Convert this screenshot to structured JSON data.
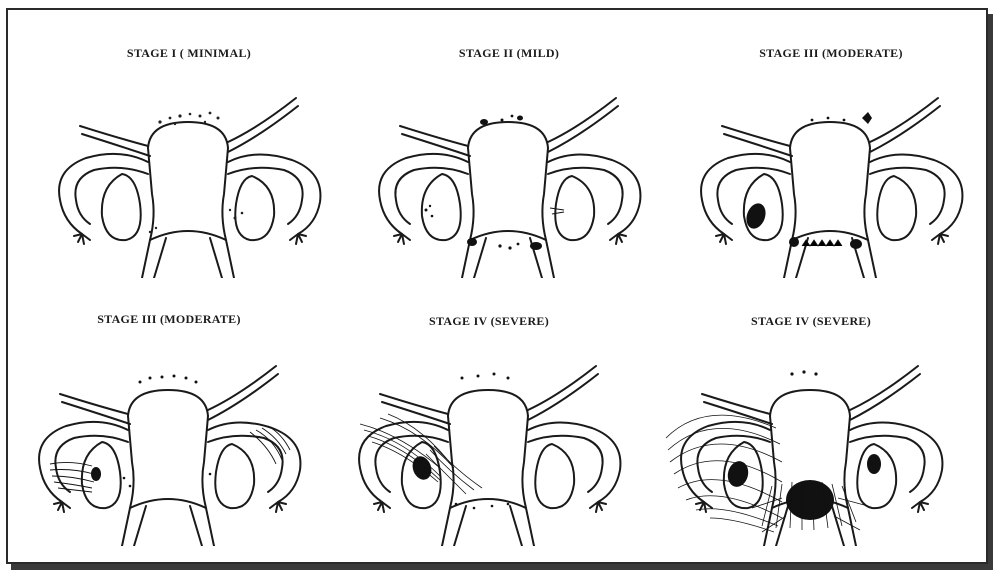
{
  "panels": [
    {
      "label": "STAGE I ( MINIMAL)"
    },
    {
      "label": "STAGE II (MILD)"
    },
    {
      "label": "STAGE III (MODERATE)"
    },
    {
      "label": "STAGE III (MODERATE)"
    },
    {
      "label": "STAGE IV (SEVERE)"
    },
    {
      "label": "STAGE IV (SEVERE)"
    }
  ]
}
